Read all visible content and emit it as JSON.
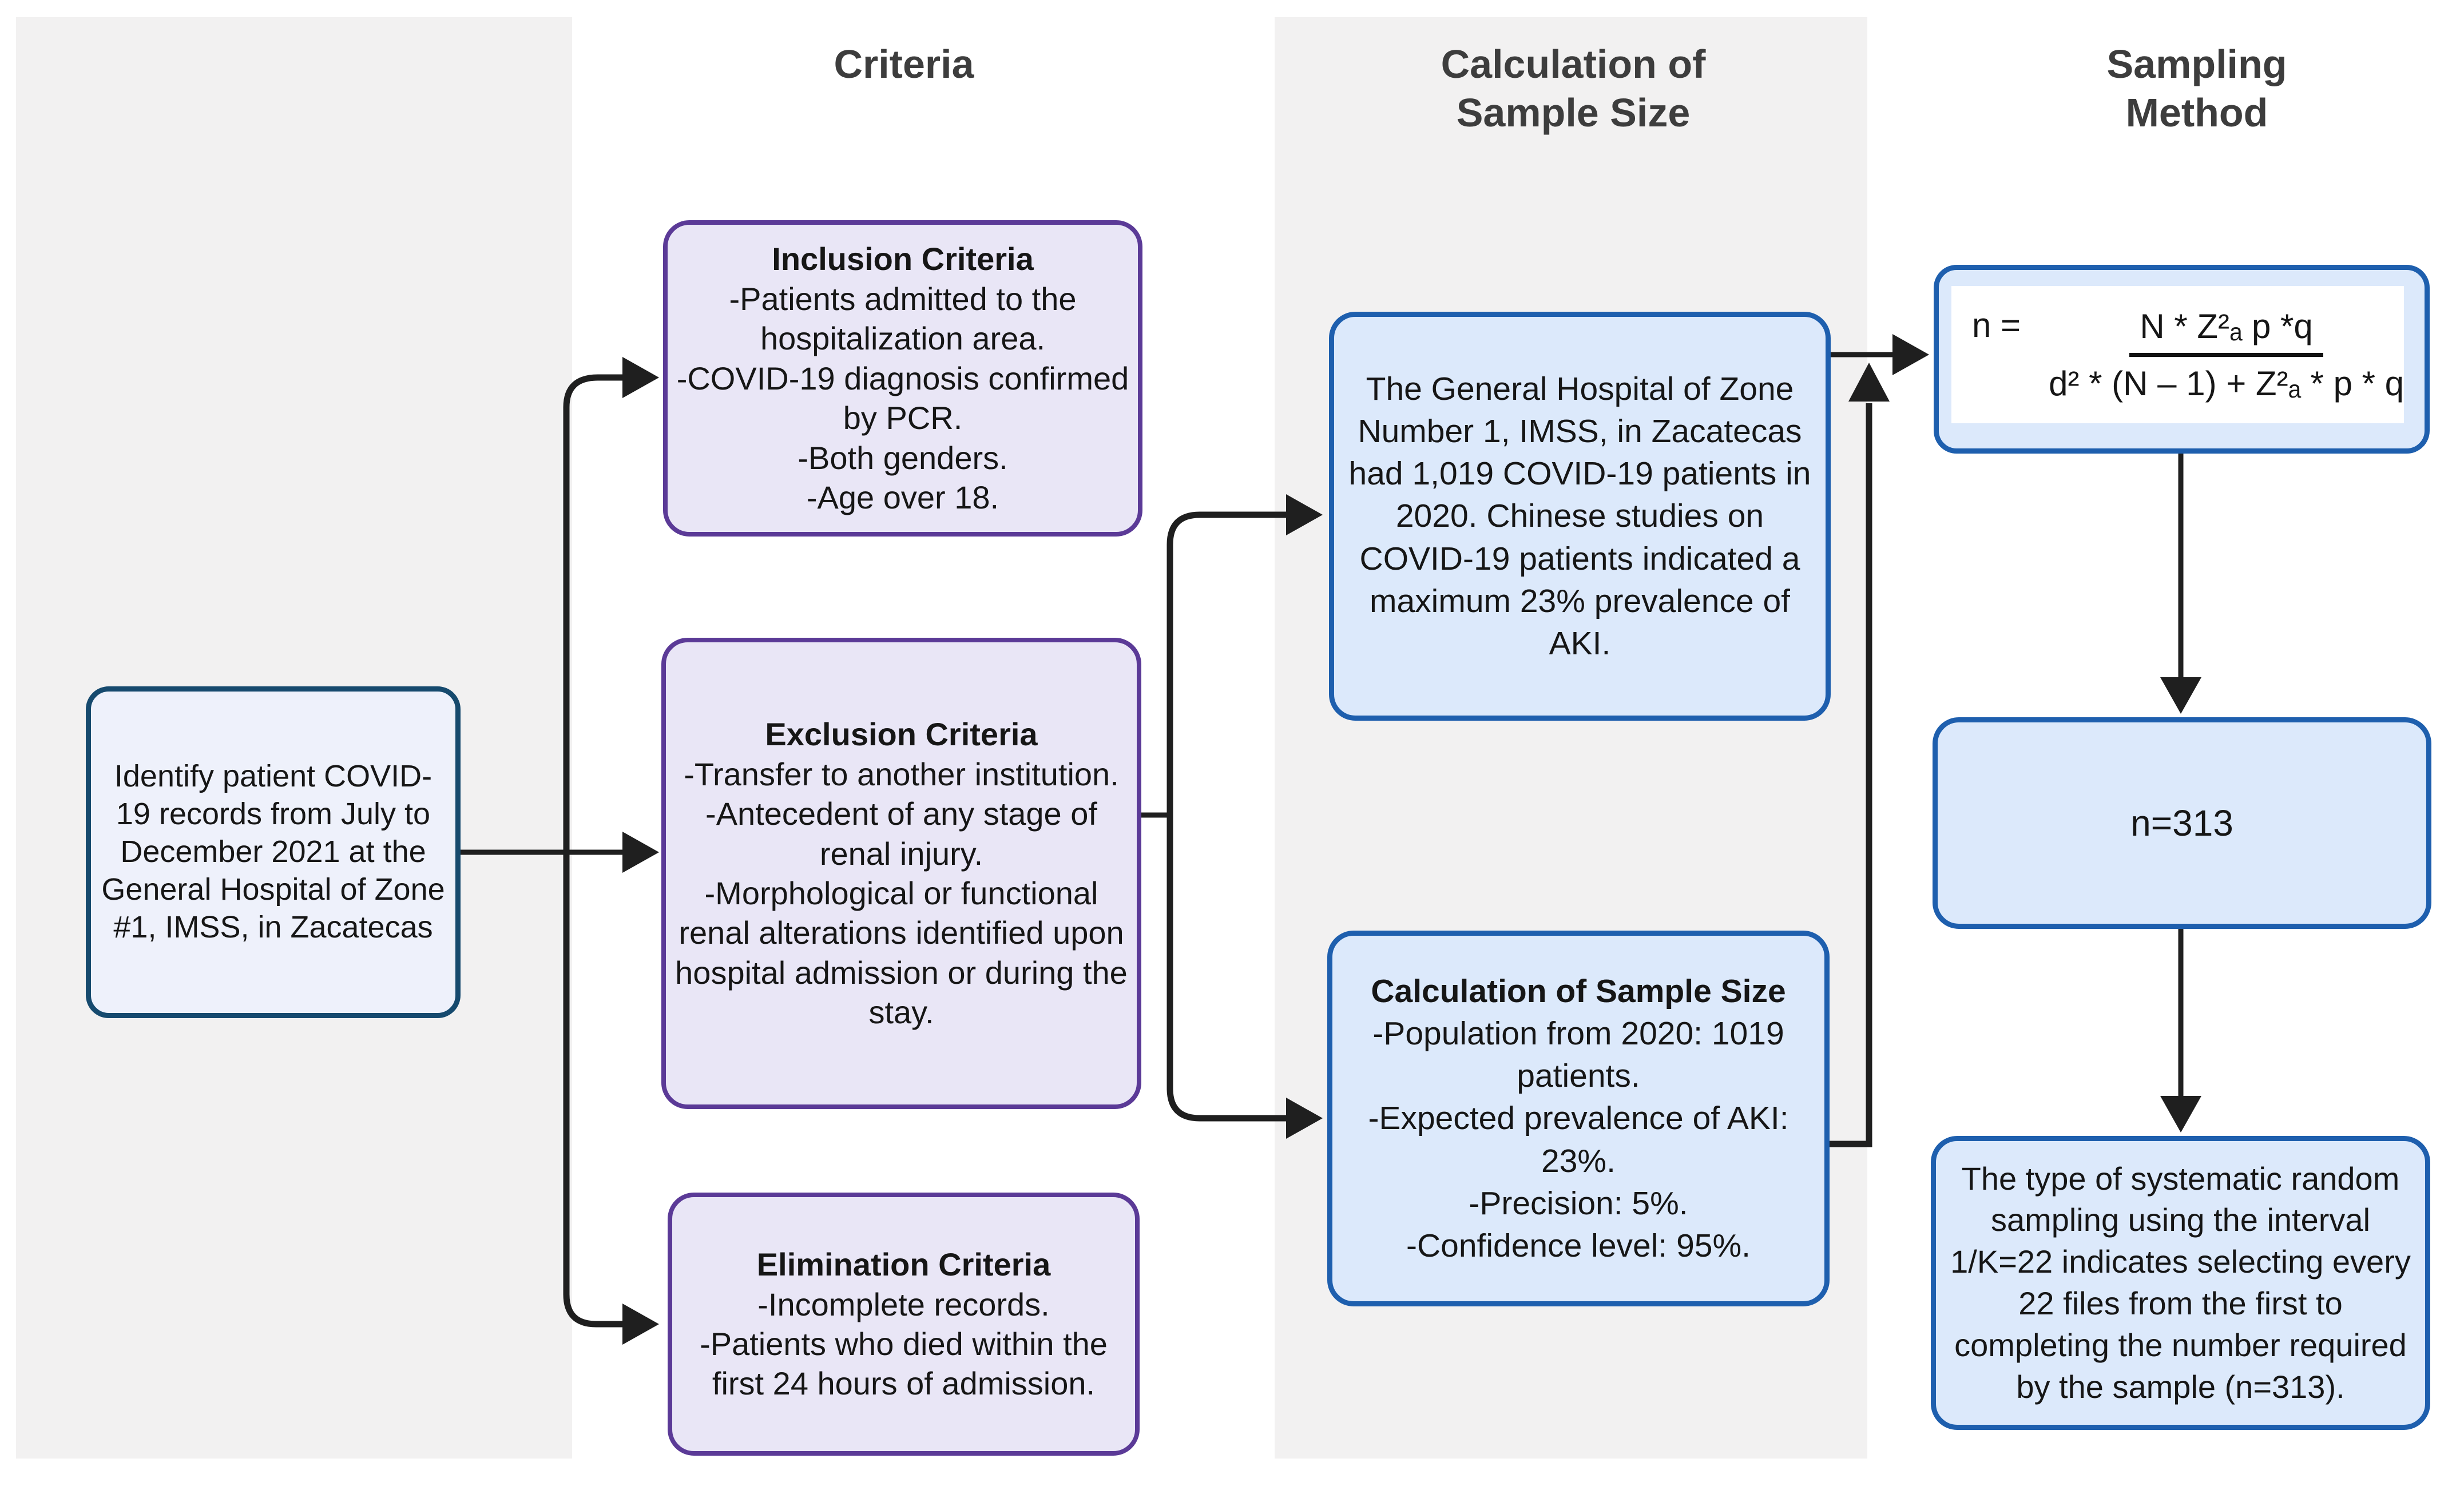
{
  "colors": {
    "background": "#ffffff",
    "column_stripe": "#f2f1f1",
    "arrow": "#1f1f1f",
    "header_text": "#3d3d3d",
    "body_text": "#161616",
    "blue_box_border": "#1e5fae",
    "blue_box_fill": "#dce9fb",
    "purple_box_border": "#5b3a97",
    "purple_box_fill": "#e9e6f6",
    "navy_box_border": "#164a6e",
    "navy_box_fill": "#eef1fb"
  },
  "headers": {
    "criteria": "Criteria",
    "calculation": "Calculation of\nSample Size",
    "sampling": "Sampling\nMethod"
  },
  "boxes": {
    "identify": {
      "text": "Identify patient COVID-19 records from July to December 2021 at the General Hospital of Zone #1, IMSS, in Zacatecas"
    },
    "inclusion": {
      "title": "Inclusion Criteria",
      "items": [
        "-Patients admitted to the hospitalization area.",
        "-COVID-19 diagnosis confirmed by PCR.",
        "-Both genders.",
        "-Age over 18."
      ]
    },
    "exclusion": {
      "title": "Exclusion Criteria",
      "items": [
        "-Transfer to another institution.",
        "-Antecedent of any stage of renal injury.",
        "-Morphological or functional renal alterations identified upon hospital admission or during the stay."
      ]
    },
    "elimination": {
      "title": "Elimination Criteria",
      "items": [
        "-Incomplete records.",
        "-Patients who died within the first 24 hours of admission."
      ]
    },
    "hospital": {
      "text": "The General Hospital of Zone Number 1, IMSS, in Zacatecas had 1,019 COVID-19 patients in 2020. Chinese studies on COVID-19 patients indicated a maximum 23% prevalence of AKI."
    },
    "sample_calc": {
      "title": "Calculation of Sample Size",
      "items": [
        "-Population from 2020: 1019 patients.",
        "-Expected prevalence of AKI: 23%.",
        "-Precision: 5%.",
        "-Confidence level: 95%."
      ]
    },
    "formula": {
      "lhs": "n =",
      "numerator": "N * Z²ₐ p *q",
      "denominator": "d² * (N – 1) + Z²ₐ * p * q"
    },
    "sample_size": {
      "text": "n=313"
    },
    "sampling_method": {
      "text": "The type of systematic random sampling using the interval 1/K=22 indicates selecting every 22 files from the first to completing the number required by the sample (n=313)."
    }
  }
}
